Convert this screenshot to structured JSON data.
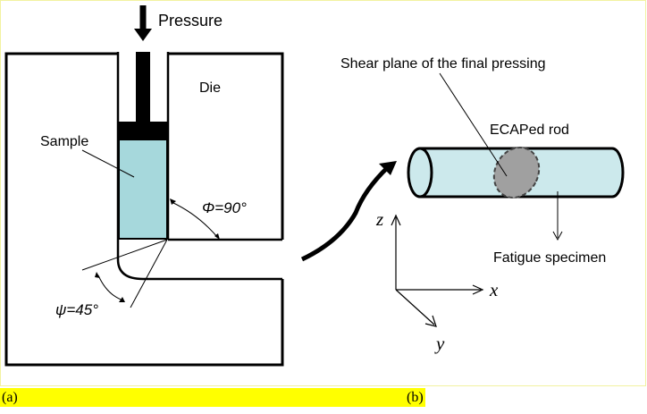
{
  "labels": {
    "pressure": "Pressure",
    "die": "Die",
    "sample": "Sample",
    "phi_angle": "Φ=90°",
    "psi_angle": "ψ=45°",
    "shear_plane": "Shear plane of the final pressing",
    "ecaped_rod": "ECAPed rod",
    "fatigue_specimen": "Fatigue specimen",
    "axis_z": "z",
    "axis_x": "x",
    "axis_y": "y"
  },
  "captions": {
    "a": "(a)",
    "b": "(b)"
  },
  "colors": {
    "sample_fill": "#a6d8dc",
    "rod_fill": "#cce9ec",
    "shear_ellipse": "#a0a0a0",
    "caption_highlight": "#ffff00",
    "frame_border": "#f2f2a0"
  }
}
